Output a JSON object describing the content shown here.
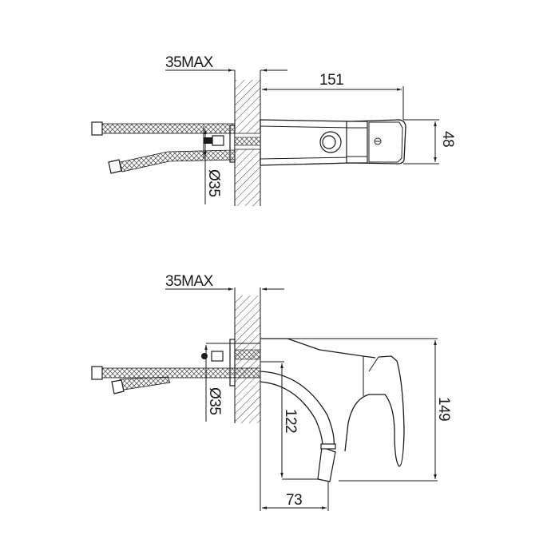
{
  "drawing": {
    "title": "Wall-mounted bidet mixer technical drawing",
    "colors": {
      "line": "#1a1a1a",
      "background": "#ffffff",
      "hatch": "#444444"
    }
  },
  "top_view": {
    "label_wall_max": "35MAX",
    "label_length": "151",
    "label_height": "48",
    "label_diameter": "Ø35"
  },
  "side_view": {
    "label_wall_max": "35MAX",
    "label_total_height": "149",
    "label_outlet_height": "122",
    "label_projection": "73",
    "label_diameter": "Ø35"
  }
}
